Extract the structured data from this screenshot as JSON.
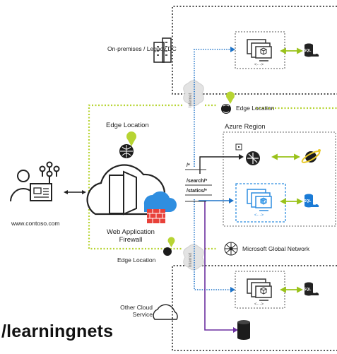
{
  "labels": {
    "onprem": "On-premises / Legacy DC",
    "edge_top": "Edge Location",
    "edge_left": "Edge Location",
    "edge_bottom": "Edge Location",
    "azure_region": "Azure Region",
    "site": "www.contoso.com",
    "waf_line1": "Web Application",
    "waf_line2": "Firewall",
    "msgn": "Microsoft Global Network",
    "other_cloud_line1": "Other Cloud",
    "other_cloud_line2": "Service",
    "internet_top": "Internet",
    "internet_bottom": "Internet",
    "route_root": "/*",
    "route_search": "/search/*",
    "route_statics": "/statics/*",
    "sql_1": "SQL",
    "sql_2": "SQL",
    "sql_3": "SQL",
    "vnet_glyph": "<···>",
    "watermark": "/learningnets"
  },
  "colors": {
    "green_dotted": "#b7d433",
    "blue_route": "#1e73c8",
    "purple_route": "#6b2fa0",
    "gray_dotted": "#555555",
    "waf_red": "#e8413a",
    "cloud_blue": "#2f8ee0"
  }
}
